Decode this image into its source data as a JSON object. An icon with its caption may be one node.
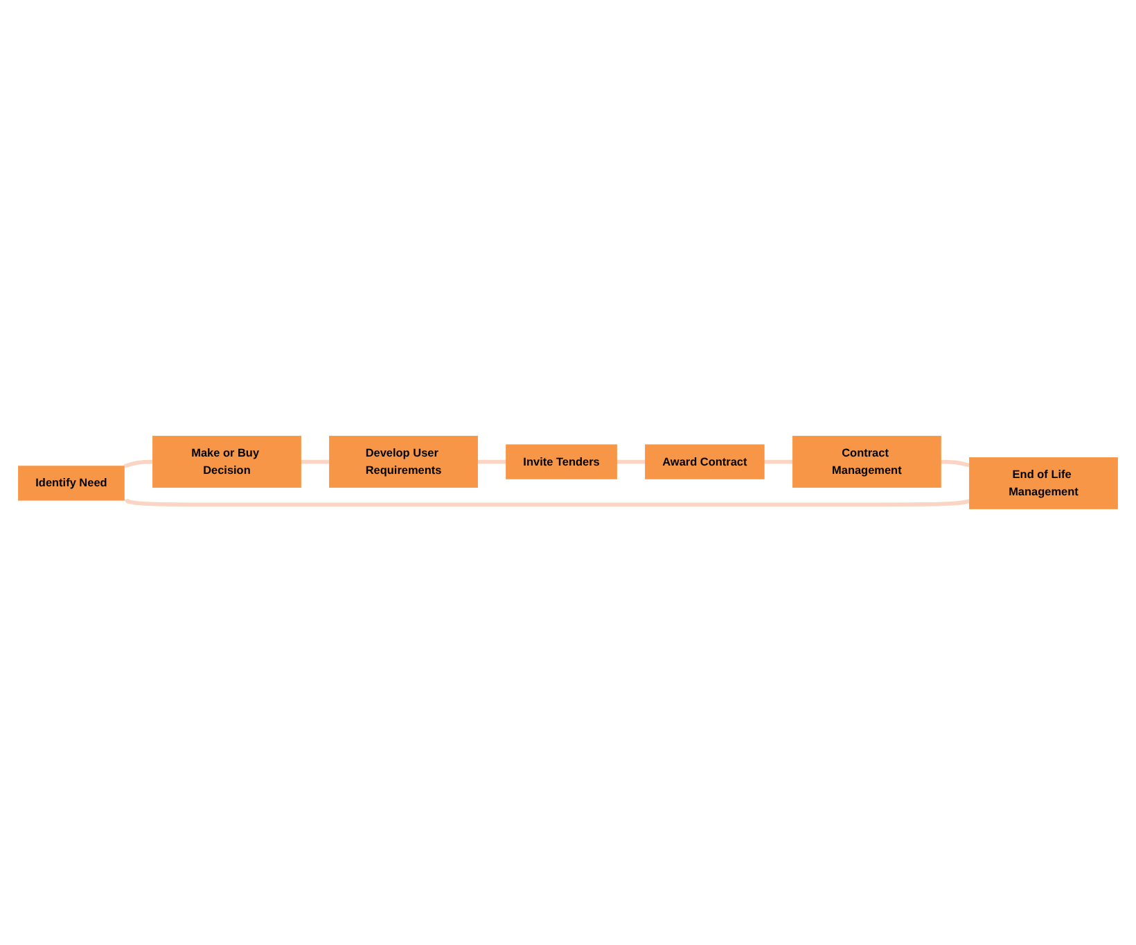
{
  "diagram": {
    "nodes": [
      {
        "text": [
          "Identify Need"
        ]
      },
      {
        "text": [
          "Make or Buy Decision"
        ]
      },
      {
        "text": [
          "Develop User Requirements"
        ]
      },
      {
        "text": [
          "Invite Tenders"
        ]
      },
      {
        "text": [
          "Award Contract"
        ]
      },
      {
        "text": [
          "Contract Management"
        ]
      },
      {
        "text": [
          "End of Life Management"
        ]
      }
    ],
    "edges": [
      {
        "from": 0,
        "to": 1,
        "arrow": "none"
      },
      {
        "from": 1,
        "to": 2,
        "arrow": "none"
      },
      {
        "from": 2,
        "to": 3,
        "arrow": "none"
      },
      {
        "from": 3,
        "to": 4,
        "arrow": "none"
      },
      {
        "from": 4,
        "to": 5,
        "arrow": "none"
      },
      {
        "from": 5,
        "to": 6,
        "arrow": "none"
      },
      {
        "from": 6,
        "to": 0,
        "arrow": "to"
      }
    ]
  }
}
